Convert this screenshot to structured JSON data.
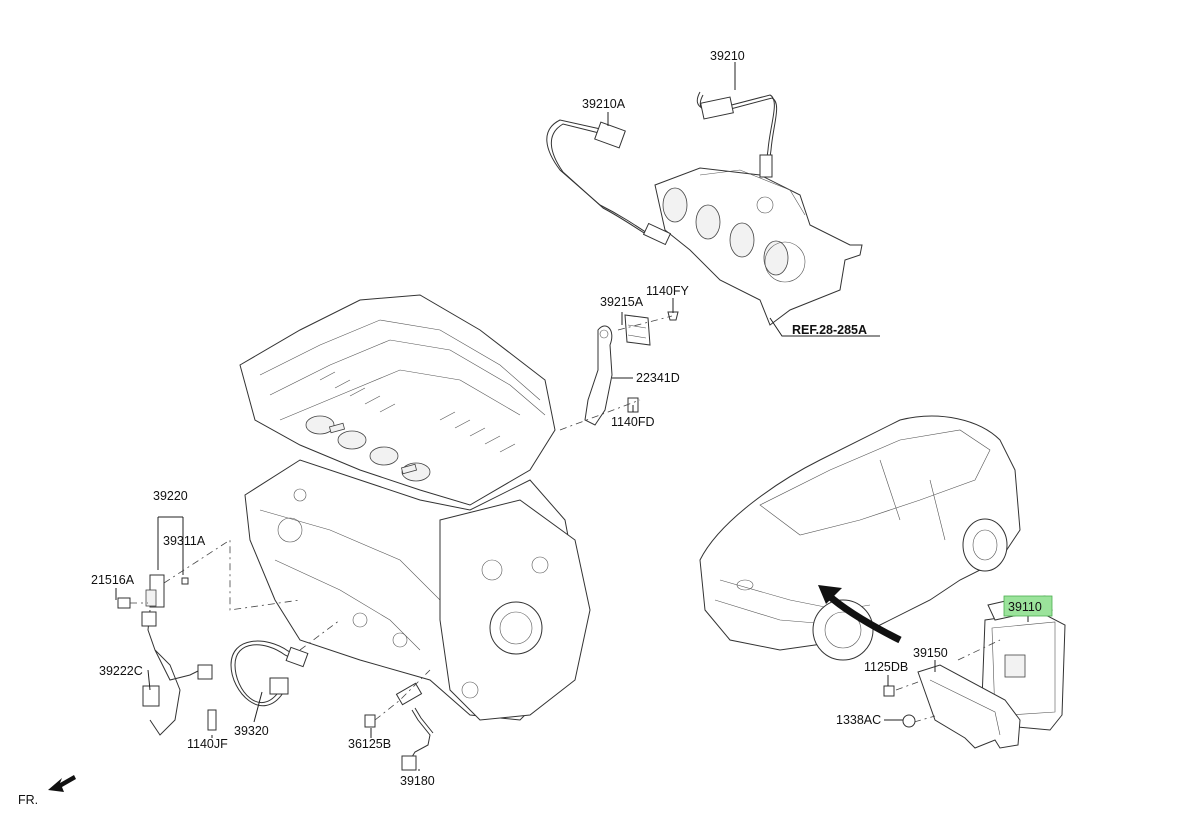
{
  "callouts": {
    "p39210": "39210",
    "p39210A": "39210A",
    "p39215A": "39215A",
    "p1140FY": "1140FY",
    "ref": "REF.28-285A",
    "p22341D": "22341D",
    "p1140FD": "1140FD",
    "p39220": "39220",
    "p39311A": "39311A",
    "p21516A": "21516A",
    "p39222C": "39222C",
    "p1140JF": "1140JF",
    "p39320": "39320",
    "p36125B": "36125B",
    "p39180": "39180",
    "p39110": "39110",
    "p39150": "39150",
    "p1125DB": "1125DB",
    "p1338AC": "1338AC",
    "front": "FR."
  },
  "highlight_color": "#9be39b",
  "icons": [
    "front-direction-arrow-icon"
  ]
}
